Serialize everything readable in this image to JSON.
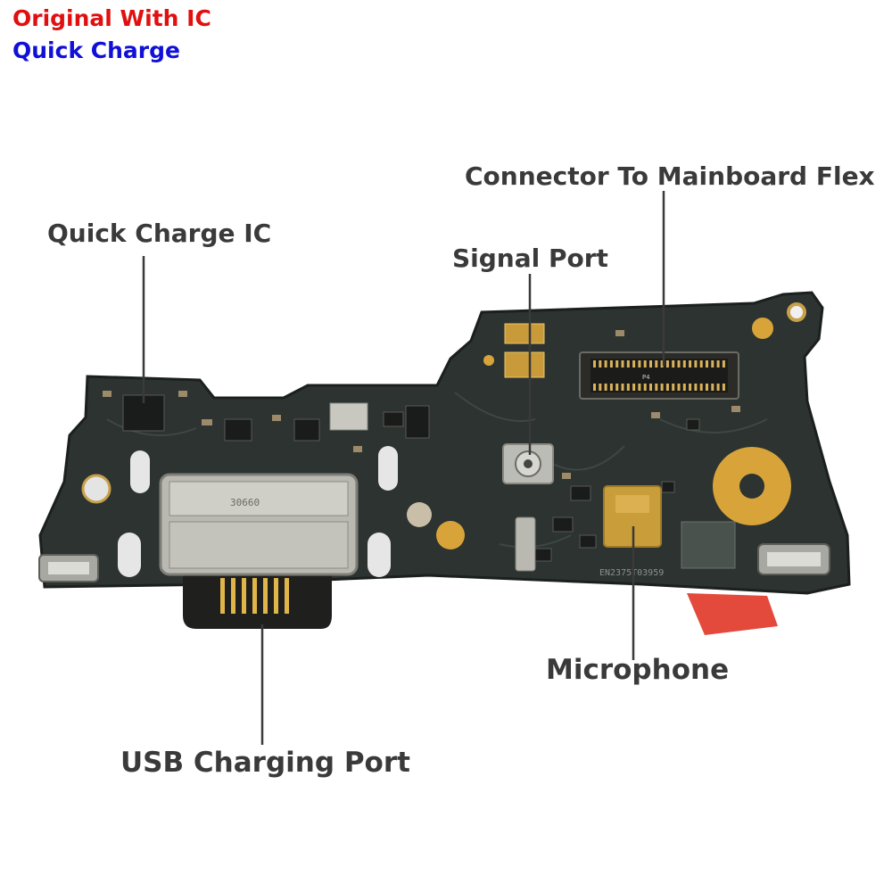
{
  "badges": {
    "line1": {
      "text": "Original With IC",
      "color": "#e01010"
    },
    "line2": {
      "text": "Quick Charge",
      "color": "#1010d8"
    }
  },
  "callouts": {
    "quick_charge_ic": "Quick Charge IC",
    "signal_port": "Signal Port",
    "connector": "Connector To Mainboard Flex",
    "microphone": "Microphone",
    "usb_port": "USB Charging Port"
  },
  "board": {
    "usb_port_marking": "30660",
    "pcb_marking": "EN2375T03959",
    "connector_marking": "P4",
    "colors": {
      "pcb": "#2c3330",
      "gold": "#d8a43a",
      "metal": "#b9b9b2",
      "label_text": "#3a3a3a"
    }
  }
}
